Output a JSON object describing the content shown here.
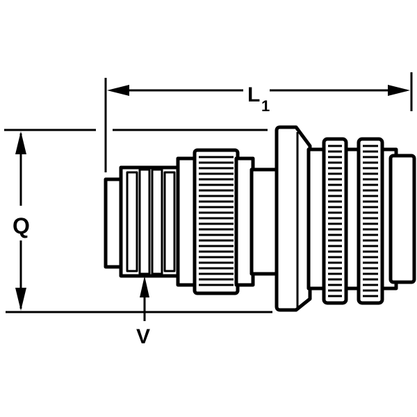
{
  "diagram": {
    "labels": {
      "length": "L",
      "length_subscript": "1",
      "height": "Q",
      "diameter": "V"
    },
    "colors": {
      "ink": "#000000",
      "background": "#ffffff"
    }
  }
}
